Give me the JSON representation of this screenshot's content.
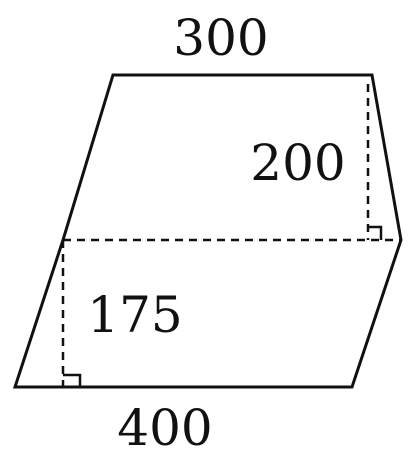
{
  "labels": {
    "top": "300",
    "upper_height": "200",
    "lower_height": "175",
    "bottom": "400"
  },
  "colors": {
    "ink": "#111111",
    "background": "#ffffff"
  }
}
